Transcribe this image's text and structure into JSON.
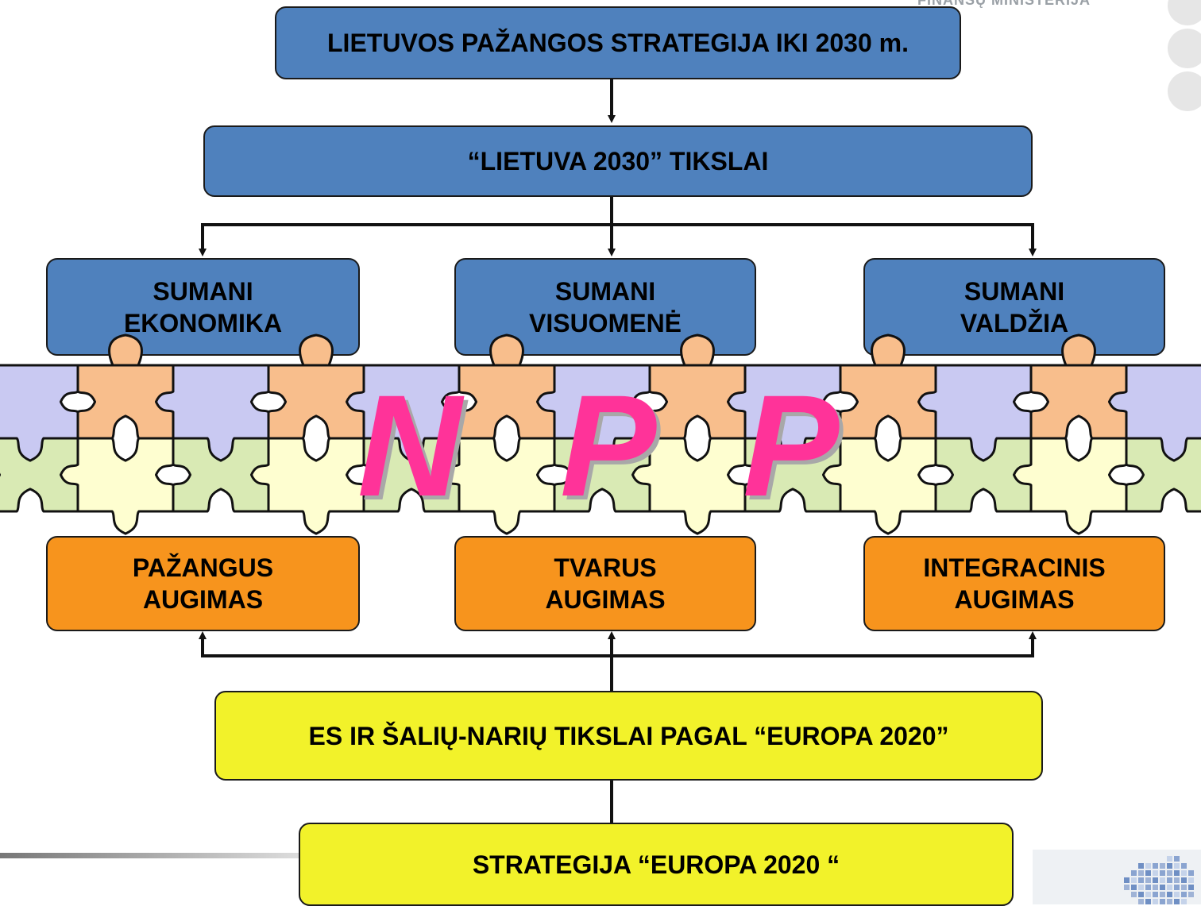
{
  "header": {
    "ministry": "FINANSŲ MINISTERIJA"
  },
  "diagram": {
    "top_strategy": "LIETUVOS PAŽANGOS STRATEGIJA IKI 2030 m.",
    "goals": "“LIETUVA 2030” TIKSLAI",
    "smart": [
      {
        "line1": "SUMANI",
        "line2": "EKONOMIKA"
      },
      {
        "line1": "SUMANI",
        "line2": "VISUOMENĖ"
      },
      {
        "line1": "SUMANI",
        "line2": "VALDŽIA"
      }
    ],
    "npp_letters": [
      "N",
      "P",
      "P"
    ],
    "growth": [
      {
        "line1": "PAŽANGUS",
        "line2": "AUGIMAS"
      },
      {
        "line1": "TVARUS",
        "line2": "AUGIMAS"
      },
      {
        "line1": "INTEGRACINIS",
        "line2": "AUGIMAS"
      }
    ],
    "eu_goals": "ES IR ŠALIŲ-NARIŲ  TIKSLAI  PAGAL “EUROPA 2020”",
    "eu_strategy": "STRATEGIJA  “EUROPA 2020 “"
  },
  "colors": {
    "box_blue": "#4f81bd",
    "box_orange": "#f7941d",
    "box_yellow": "#f2f22a",
    "npp_pink": "#ff3399",
    "puzzle_lavender": "#c9c9f2",
    "puzzle_peach": "#f8be8c",
    "puzzle_green": "#d9eab4",
    "puzzle_cream": "#fefed0"
  }
}
